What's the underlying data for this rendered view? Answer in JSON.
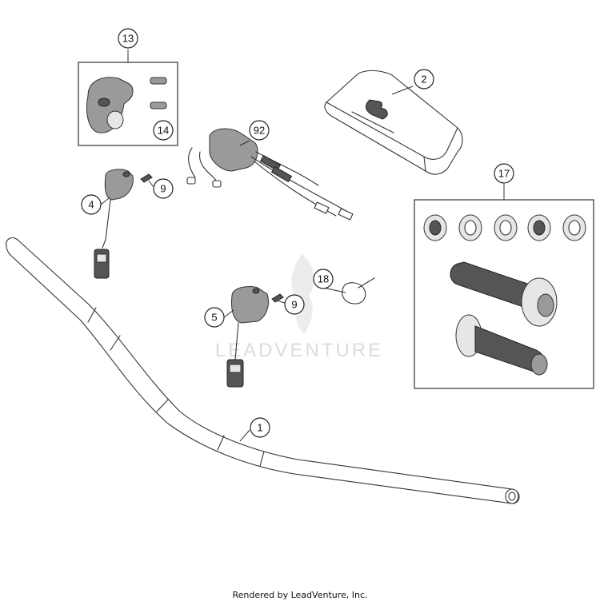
{
  "callouts": {
    "c1": "1",
    "c2": "2",
    "c4": "4",
    "c5": "5",
    "c9a": "9",
    "c9b": "9",
    "c13": "13",
    "c14": "14",
    "c17": "17",
    "c18": "18",
    "c92": "92"
  },
  "watermark": "LEADVENTURE",
  "footer": "Rendered by LeadVenture, Inc.",
  "colors": {
    "line": "#333333",
    "watermark": "#d9d9d9"
  }
}
